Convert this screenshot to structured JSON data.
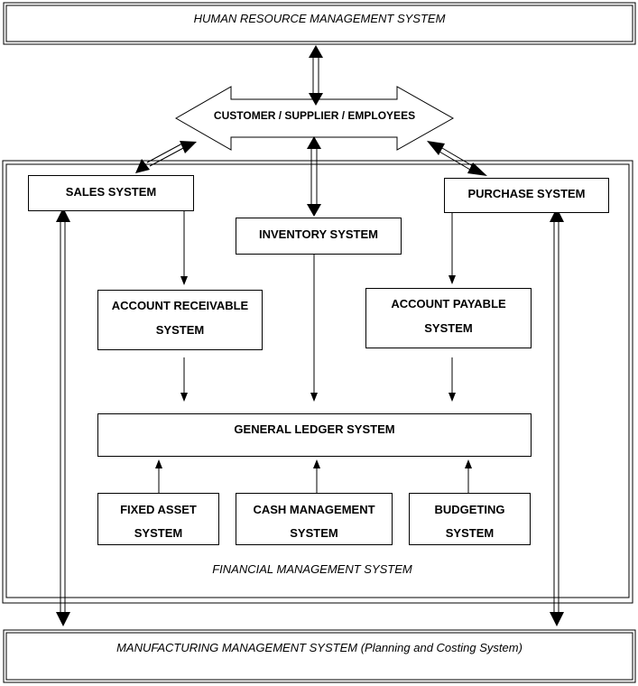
{
  "hrms": "HUMAN RESOURCE MANAGEMENT SYSTEM",
  "csemp": "CUSTOMER / SUPPLIER / EMPLOYEES",
  "sales": "SALES SYSTEM",
  "purchase": "PURCHASE SYSTEM",
  "inventory": "INVENTORY SYSTEM",
  "ar": {
    "line1": "ACCOUNT RECEIVABLE",
    "line2": "SYSTEM"
  },
  "ap": {
    "line1": "ACCOUNT PAYABLE",
    "line2": "SYSTEM"
  },
  "gl": "GENERAL LEDGER SYSTEM",
  "fa": {
    "line1": "FIXED ASSET",
    "line2": "SYSTEM"
  },
  "cash": {
    "line1": "CASH MANAGEMENT",
    "line2": "SYSTEM"
  },
  "budget": {
    "line1": "BUDGETING",
    "line2": "SYSTEM"
  },
  "fms": "FINANCIAL MANAGEMENT SYSTEM",
  "mms": "MANUFACTURING MANAGEMENT SYSTEM (Planning and Costing System)"
}
